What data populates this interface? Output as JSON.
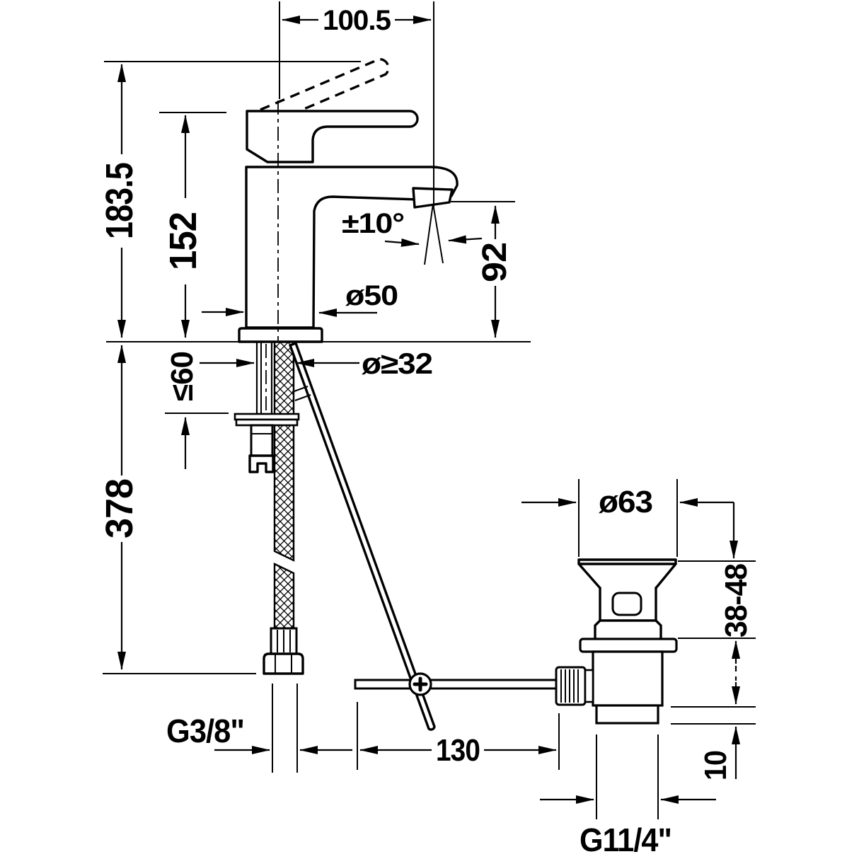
{
  "drawing": {
    "background": "#ffffff",
    "line_color": "#000000",
    "subject": "single-lever basin mixer with pop-up drain, dimensional drawing"
  },
  "dimensions": {
    "top_span": "100.5",
    "overall_height": "183.5",
    "height_to_lever": "152",
    "spout_swivel_angle": "±10°",
    "spout_outlet_height": "92",
    "body_diameter": "ø50",
    "hole_diameter": "ø≥32",
    "max_deck_thickness": "≤60",
    "below_deck_length": "378",
    "drain_flange_diameter": "ø63",
    "clamping_range": "38-48",
    "rod_length": "130",
    "supply_connection": "G3/8\"",
    "tailpiece_step_height": "10",
    "drain_connection": "G11/4\""
  }
}
